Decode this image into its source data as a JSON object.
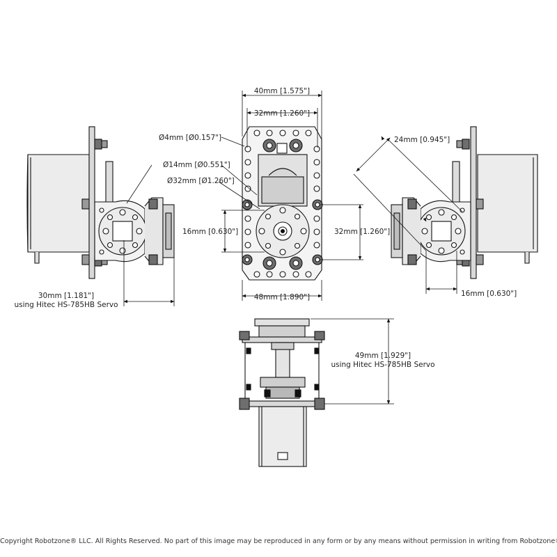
{
  "dimensions": {
    "top_width_outer": "40mm [1.575\"]",
    "top_width_inner": "32mm [1.260\"]",
    "hole_diameter": "Ø4mm [Ø0.157\"]",
    "hub_diameter": "Ø14mm [Ø0.551\"]",
    "bolt_circle": "Ø32mm [Ø1.260\"]",
    "hole_spacing_left": "16mm [0.630\"]",
    "hole_spacing_right": "32mm [1.260\"]",
    "bottom_width": "48mm [1.890\"]",
    "diagonal": "24mm [0.945\"]",
    "right_spacing": "16mm [0.630\"]",
    "left_offset_value": "30mm [1.181\"]",
    "left_offset_note": "using Hitec HS-785HB Servo",
    "height_value": "49mm [1.929\"]",
    "height_note": "using Hitec HS-785HB Servo"
  },
  "copyright": "Copyright Robotzone® LLC.  All Rights Reserved. No part of this image may be reproduced in any form or by any means without permission in writing from Robotzone® LLC."
}
